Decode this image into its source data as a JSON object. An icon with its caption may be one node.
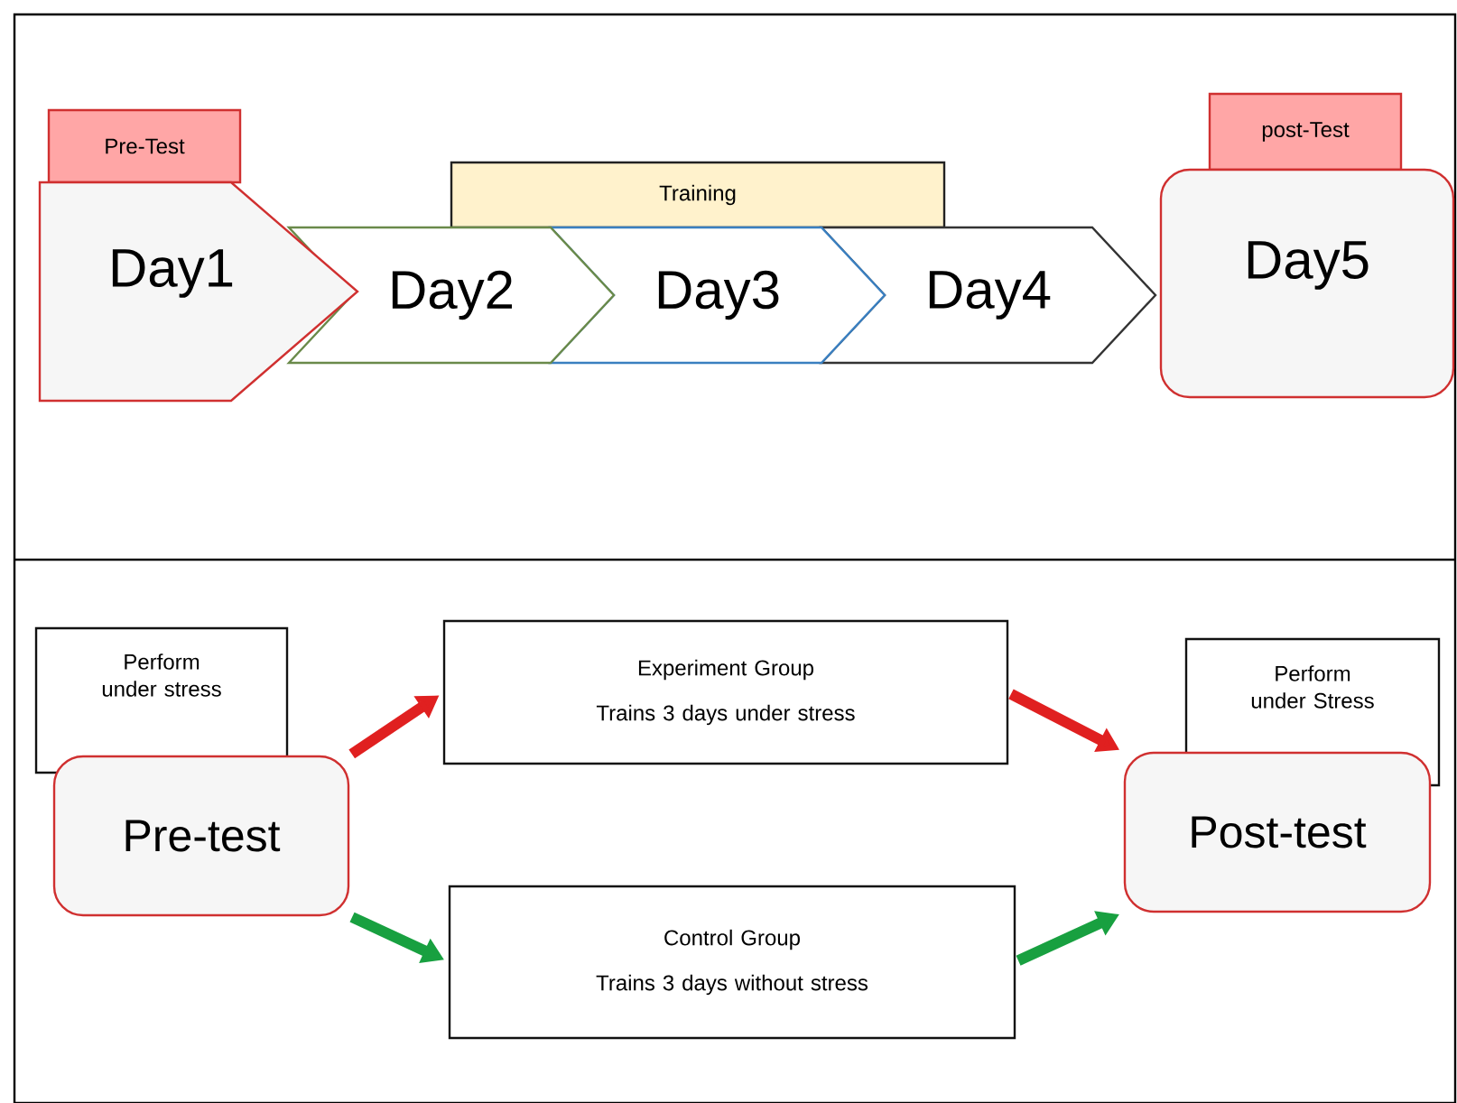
{
  "diagram": {
    "nodes": [
      {
        "text": [
          "Pre-Test"
        ]
      },
      {
        "text": [
          "Day1"
        ]
      },
      {
        "text": [
          "Day2"
        ]
      },
      {
        "text": [
          "Day3"
        ]
      },
      {
        "text": [
          "Day4"
        ]
      },
      {
        "text": [
          "Training"
        ]
      },
      {
        "text": [
          "post-Test"
        ]
      },
      {
        "text": [
          "Day5"
        ]
      },
      {
        "text": [
          "Perform under stress"
        ]
      },
      {
        "text": [
          "Pre-test"
        ]
      },
      {
        "text": [
          "Experiment Group",
          "Trains 3 days under stress"
        ]
      },
      {
        "text": [
          "Control Group",
          "Trains 3 days without stress"
        ]
      },
      {
        "text": [
          "Perform under Stress"
        ]
      },
      {
        "text": [
          "Post-test"
        ]
      }
    ],
    "edges": [
      {
        "from": 9,
        "to": 10,
        "arrow": "to",
        "color": "#e02020"
      },
      {
        "from": 9,
        "to": 11,
        "arrow": "to",
        "color": "#18a040"
      },
      {
        "from": 10,
        "to": 13,
        "arrow": "to",
        "color": "#e02020"
      },
      {
        "from": 11,
        "to": 13,
        "arrow": "to",
        "color": "#18a040"
      }
    ]
  }
}
